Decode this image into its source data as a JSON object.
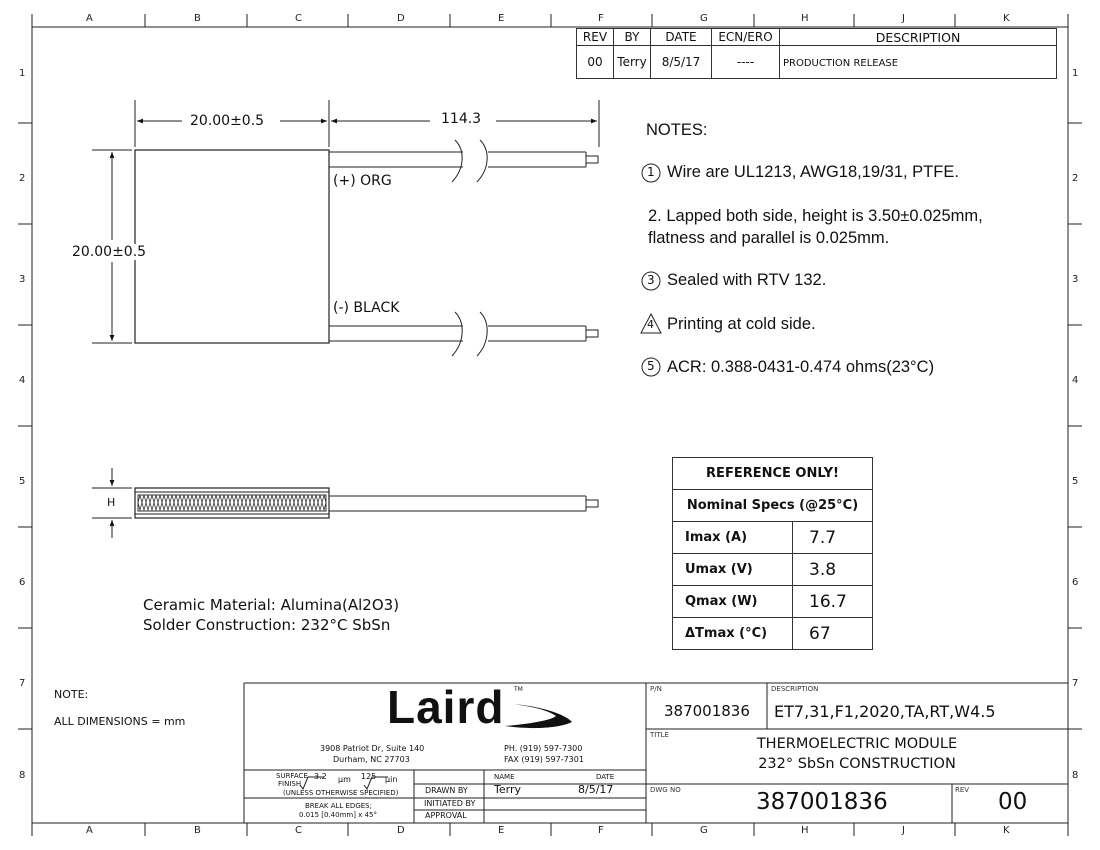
{
  "border": {
    "columns": [
      "A",
      "B",
      "C",
      "D",
      "E",
      "F",
      "G",
      "H",
      "J",
      "K"
    ],
    "rows": [
      "1",
      "2",
      "3",
      "4",
      "5",
      "6",
      "7",
      "8"
    ]
  },
  "revision_block": {
    "headers": [
      "REV",
      "BY",
      "DATE",
      "ECN/ERO",
      "DESCRIPTION"
    ],
    "row": {
      "rev": "00",
      "by": "Terry",
      "date": "8/5/17",
      "ecn": "----",
      "description": "PRODUCTION RELEASE"
    }
  },
  "dimensions": {
    "width": "20.00±0.5",
    "lead_length": "114.3",
    "height": "20.00±0.5",
    "thickness": "H"
  },
  "wire_labels": {
    "positive": "(+) ORG",
    "negative": "(-) BLACK"
  },
  "notes": {
    "title": "NOTES:",
    "n1_marker": "1",
    "n1": "Wire are UL1213, AWG18,19/31, PTFE.",
    "n2_line1": "2. Lapped both side, height is 3.50±0.025mm,",
    "n2_line2": "flatness and parallel is 0.025mm.",
    "n3_marker": "3",
    "n3": "Sealed with RTV 132.",
    "n4_marker": "4",
    "n4": "Printing at cold side.",
    "n5_marker": "5",
    "n5": "ACR:  0.388-0431-0.474 ohms(23°C)"
  },
  "specs": {
    "title": "REFERENCE ONLY!",
    "subtitle": "Nominal Specs (@25°C)",
    "rows": [
      {
        "label": "Imax (A)",
        "value": "7.7"
      },
      {
        "label": "Umax (V)",
        "value": "3.8"
      },
      {
        "label": "Qmax (W)",
        "value": "16.7"
      },
      {
        "label": "ΔTmax (°C)",
        "value": "67"
      }
    ]
  },
  "material": {
    "ceramic": "Ceramic Material: Alumina(Al2O3)",
    "solder": "Solder Construction: 232°C SbSn"
  },
  "general_note": {
    "title": "NOTE:",
    "dims": "ALL DIMENSIONS = mm"
  },
  "title_block": {
    "company": "Laird",
    "tm": "TM",
    "address1": "3908 Patriot Dr, Suite 140",
    "address2": "Durham, NC  27703",
    "phone": "PH. (919) 597-7300",
    "fax": "FAX (919) 597-7301",
    "surface_label": "SURFACE",
    "finish_label": "FINISH",
    "finish_val1": "3.2",
    "finish_unit1": "µm",
    "finish_val2": "125",
    "finish_unit2": "µin",
    "unless": "(UNLESS OTHERWISE SPECIFIED)",
    "break_edges": "BREAK ALL EDGES;",
    "break_val": "0.015 [0.40mm] x 45°",
    "name_hdr": "NAME",
    "date_hdr": "DATE",
    "drawn_by_label": "DRAWN BY",
    "drawn_by": "Terry",
    "drawn_date": "8/5/17",
    "initiated_label": "INITIATED BY",
    "approval_label": "APPROVAL",
    "pn_label": "P/N",
    "pn": "387001836",
    "desc_label": "DESCRIPTION",
    "description": "ET7,31,F1,2020,TA,RT,W4.5",
    "title_label": "TITLE",
    "title1": "THERMOELECTRIC MODULE",
    "title2": "232° SbSn CONSTRUCTION",
    "dwg_label": "DWG NO",
    "dwg_no": "387001836",
    "rev_label": "REV",
    "rev": "00"
  }
}
